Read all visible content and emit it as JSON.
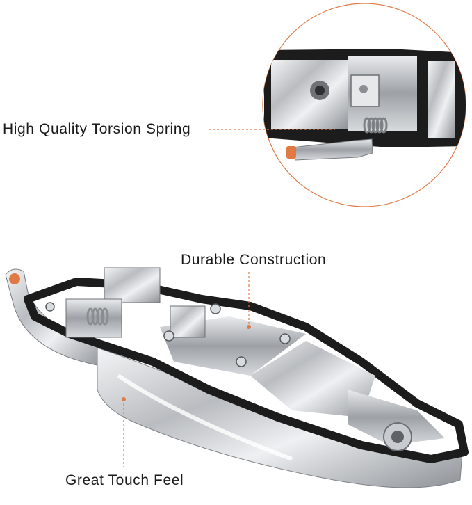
{
  "callouts": {
    "spring": "High Quality Torsion Spring",
    "durable": "Durable Construction",
    "touch": "Great Touch Feel"
  },
  "colors": {
    "accent": "#e07a45",
    "frame": "#1c1c1c",
    "chrome": "#c9ccd0"
  }
}
